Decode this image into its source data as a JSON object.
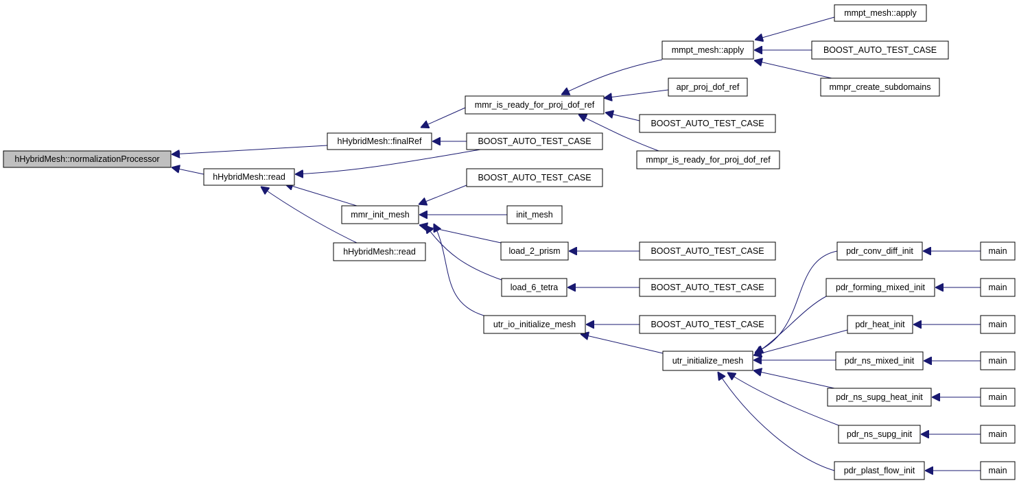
{
  "graph": {
    "edge_color": "#191970",
    "root_fill": "#bfbfbf",
    "nodes": [
      {
        "id": "n0",
        "label": "hHybridMesh::normalizationProcessor",
        "root": true
      },
      {
        "id": "n1",
        "label": "hHybridMesh::finalRef"
      },
      {
        "id": "n2",
        "label": "hHybridMesh::read"
      },
      {
        "id": "n3",
        "label": "mmr_is_ready_for_proj_dof_ref"
      },
      {
        "id": "n4",
        "label": "BOOST_AUTO_TEST_CASE"
      },
      {
        "id": "n5",
        "label": "mmpt_mesh::apply"
      },
      {
        "id": "n6",
        "label": "apr_proj_dof_ref"
      },
      {
        "id": "n7",
        "label": "BOOST_AUTO_TEST_CASE"
      },
      {
        "id": "n8",
        "label": "mmpr_is_ready_for_proj_dof_ref"
      },
      {
        "id": "n9",
        "label": "mmpt_mesh::apply"
      },
      {
        "id": "n10",
        "label": "BOOST_AUTO_TEST_CASE"
      },
      {
        "id": "n11",
        "label": "mmpr_create_subdomains"
      },
      {
        "id": "n12",
        "label": "mmr_init_mesh"
      },
      {
        "id": "n13",
        "label": "hHybridMesh::read"
      },
      {
        "id": "n14",
        "label": "BOOST_AUTO_TEST_CASE"
      },
      {
        "id": "n15",
        "label": "init_mesh"
      },
      {
        "id": "n16",
        "label": "load_2_prism"
      },
      {
        "id": "n17",
        "label": "load_6_tetra"
      },
      {
        "id": "n18",
        "label": "utr_io_initialize_mesh"
      },
      {
        "id": "n19",
        "label": "BOOST_AUTO_TEST_CASE"
      },
      {
        "id": "n20",
        "label": "BOOST_AUTO_TEST_CASE"
      },
      {
        "id": "n21",
        "label": "BOOST_AUTO_TEST_CASE"
      },
      {
        "id": "n22",
        "label": "utr_initialize_mesh"
      },
      {
        "id": "n23",
        "label": "pdr_conv_diff_init"
      },
      {
        "id": "n24",
        "label": "pdr_forming_mixed_init"
      },
      {
        "id": "n25",
        "label": "pdr_heat_init"
      },
      {
        "id": "n26",
        "label": "pdr_ns_mixed_init"
      },
      {
        "id": "n27",
        "label": "pdr_ns_supg_heat_init"
      },
      {
        "id": "n28",
        "label": "pdr_ns_supg_init"
      },
      {
        "id": "n29",
        "label": "pdr_plast_flow_init"
      },
      {
        "id": "n30",
        "label": "main"
      },
      {
        "id": "n31",
        "label": "main"
      },
      {
        "id": "n32",
        "label": "main"
      },
      {
        "id": "n33",
        "label": "main"
      },
      {
        "id": "n34",
        "label": "main"
      },
      {
        "id": "n35",
        "label": "main"
      },
      {
        "id": "n36",
        "label": "main"
      }
    ],
    "edges": [
      {
        "from": "n1",
        "to": "n0"
      },
      {
        "from": "n2",
        "to": "n0"
      },
      {
        "from": "n3",
        "to": "n1"
      },
      {
        "from": "n4",
        "to": "n1"
      },
      {
        "from": "n4",
        "to": "n2"
      },
      {
        "from": "n12",
        "to": "n2"
      },
      {
        "from": "n13",
        "to": "n2"
      },
      {
        "from": "n5",
        "to": "n3"
      },
      {
        "from": "n6",
        "to": "n3"
      },
      {
        "from": "n7",
        "to": "n3"
      },
      {
        "from": "n8",
        "to": "n3"
      },
      {
        "from": "n9",
        "to": "n5"
      },
      {
        "from": "n10",
        "to": "n5"
      },
      {
        "from": "n11",
        "to": "n5"
      },
      {
        "from": "n14",
        "to": "n12"
      },
      {
        "from": "n15",
        "to": "n12"
      },
      {
        "from": "n16",
        "to": "n12"
      },
      {
        "from": "n17",
        "to": "n12"
      },
      {
        "from": "n18",
        "to": "n12"
      },
      {
        "from": "n19",
        "to": "n16"
      },
      {
        "from": "n20",
        "to": "n17"
      },
      {
        "from": "n21",
        "to": "n18"
      },
      {
        "from": "n22",
        "to": "n18"
      },
      {
        "from": "n23",
        "to": "n22"
      },
      {
        "from": "n24",
        "to": "n22"
      },
      {
        "from": "n25",
        "to": "n22"
      },
      {
        "from": "n26",
        "to": "n22"
      },
      {
        "from": "n27",
        "to": "n22"
      },
      {
        "from": "n28",
        "to": "n22"
      },
      {
        "from": "n29",
        "to": "n22"
      },
      {
        "from": "n30",
        "to": "n23"
      },
      {
        "from": "n31",
        "to": "n24"
      },
      {
        "from": "n32",
        "to": "n25"
      },
      {
        "from": "n33",
        "to": "n26"
      },
      {
        "from": "n34",
        "to": "n27"
      },
      {
        "from": "n35",
        "to": "n28"
      },
      {
        "from": "n36",
        "to": "n29"
      }
    ]
  }
}
